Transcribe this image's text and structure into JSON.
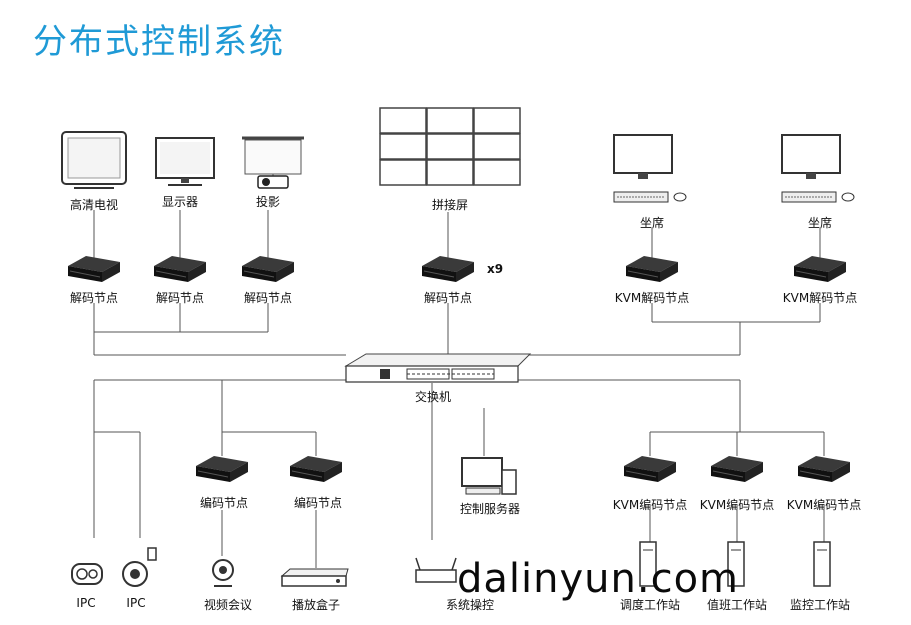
{
  "title": "分布式控制系统",
  "watermark": "dalinyun.com",
  "multiplier": "x9",
  "labels": {
    "hdtv": "高清电视",
    "monitor": "显示器",
    "projector": "投影",
    "videowall": "拼接屏",
    "seat1": "坐席",
    "seat2": "坐席",
    "dec1": "解码节点",
    "dec2": "解码节点",
    "dec3": "解码节点",
    "dec4": "解码节点",
    "kvmdec1": "KVM解码节点",
    "kvmdec2": "KVM解码节点",
    "switch": "交换机",
    "enc1": "编码节点",
    "enc2": "编码节点",
    "server": "控制服务器",
    "kvmenc1": "KVM编码节点",
    "kvmenc2": "KVM编码节点",
    "kvmenc3": "KVM编码节点",
    "ipc1": "IPC",
    "ipc2": "IPC",
    "conference": "视频会议",
    "playbox": "播放盒子",
    "sysctrl": "系统操控",
    "dispatch": "调度工作站",
    "duty": "值班工作站",
    "monitorws": "监控工作站"
  },
  "colors": {
    "title": "#1f9ad6",
    "line": "#555555",
    "device": "#1b1b1b"
  }
}
